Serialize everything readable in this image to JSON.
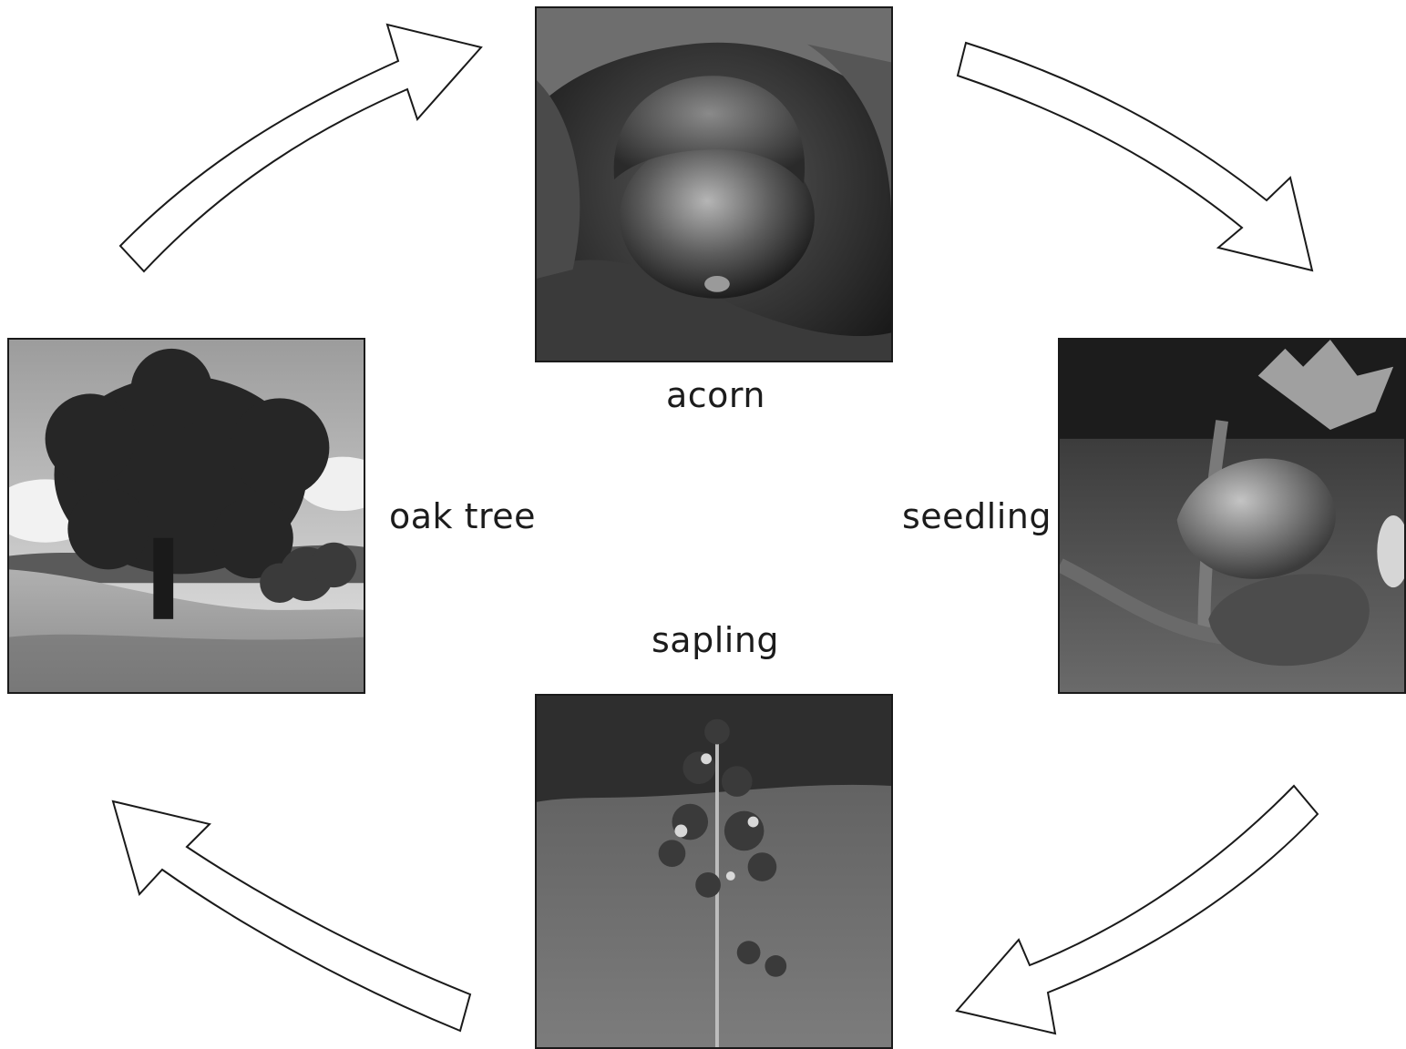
{
  "diagram": {
    "stages": [
      {
        "id": "acorn",
        "label": "acorn"
      },
      {
        "id": "seedling",
        "label": "seedling"
      },
      {
        "id": "sapling",
        "label": "sapling"
      },
      {
        "id": "oak",
        "label": "oak tree"
      }
    ],
    "cycle_order": [
      "acorn",
      "seedling",
      "sapling",
      "oak"
    ],
    "colors": {
      "arrow_fill": "#ffffff",
      "arrow_stroke": "#1a1a1a",
      "photo_border": "#1a1a1a",
      "text": "#1c1c1c"
    }
  }
}
